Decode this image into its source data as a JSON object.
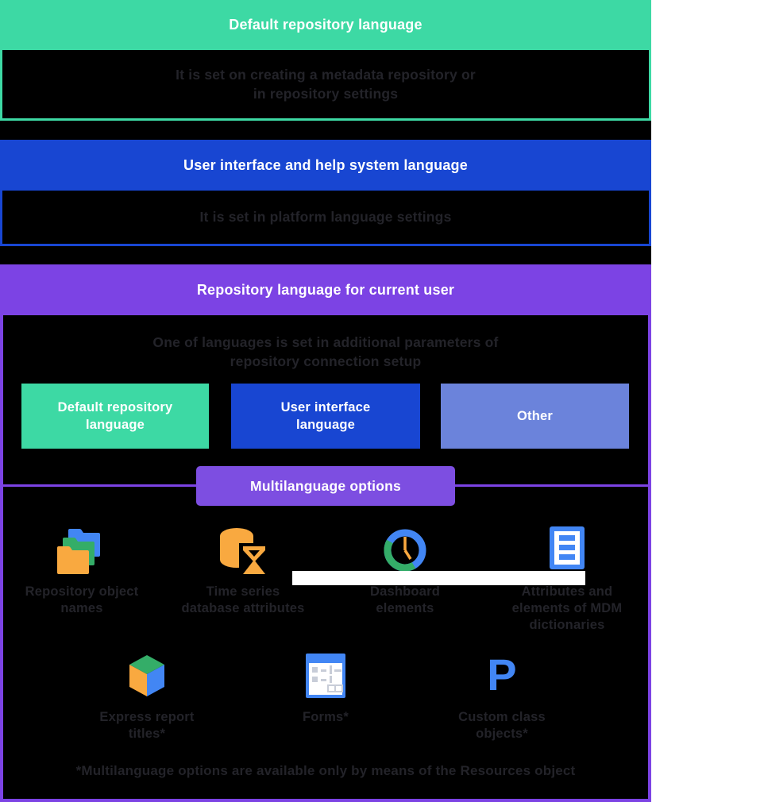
{
  "colors": {
    "green": "#3dd9a4",
    "blue": "#1846d2",
    "purple": "#7c43e4",
    "button_purple": "#7d4ee1",
    "periwinkle": "#6b83db",
    "icon_orange": "#f9a940",
    "icon_blue": "#4286f4",
    "icon_green": "#34ad68",
    "dark_text": "#232329",
    "background_left": "#000000",
    "background_right": "#ffffff"
  },
  "cards": [
    {
      "title": "Default repository language",
      "body": "It is set on creating a metadata repository or\nin repository settings"
    },
    {
      "title": "User interface and help system language",
      "body": "It is set in platform language settings"
    },
    {
      "title": "Repository language for current user",
      "body": "One of languages is set in additional parameters of\nrepository connection setup",
      "options": [
        {
          "label": "Default repository\nlanguage"
        },
        {
          "label": "User interface\nlanguage"
        },
        {
          "label": "Other"
        }
      ],
      "button_label": "Multilanguage options",
      "features_row1": [
        {
          "icon": "folders-icon",
          "label": "Repository object\nnames"
        },
        {
          "icon": "timeseries-database-icon",
          "label": "Time series\ndatabase attributes"
        },
        {
          "icon": "dashboard-clock-icon",
          "label": "Dashboard\nelements"
        },
        {
          "icon": "mdm-list-icon",
          "label": "Attributes and\nelements of MDM\ndictionaries"
        }
      ],
      "features_row2": [
        {
          "icon": "express-report-cube-icon",
          "label": "Express report\ntitles*"
        },
        {
          "icon": "form-window-icon",
          "label": "Forms*"
        },
        {
          "icon": "custom-class-p-icon",
          "label": "Custom class\nobjects*",
          "glyph": "P"
        }
      ],
      "footnote": "*Multilanguage options are available only by means of the Resources object"
    }
  ]
}
